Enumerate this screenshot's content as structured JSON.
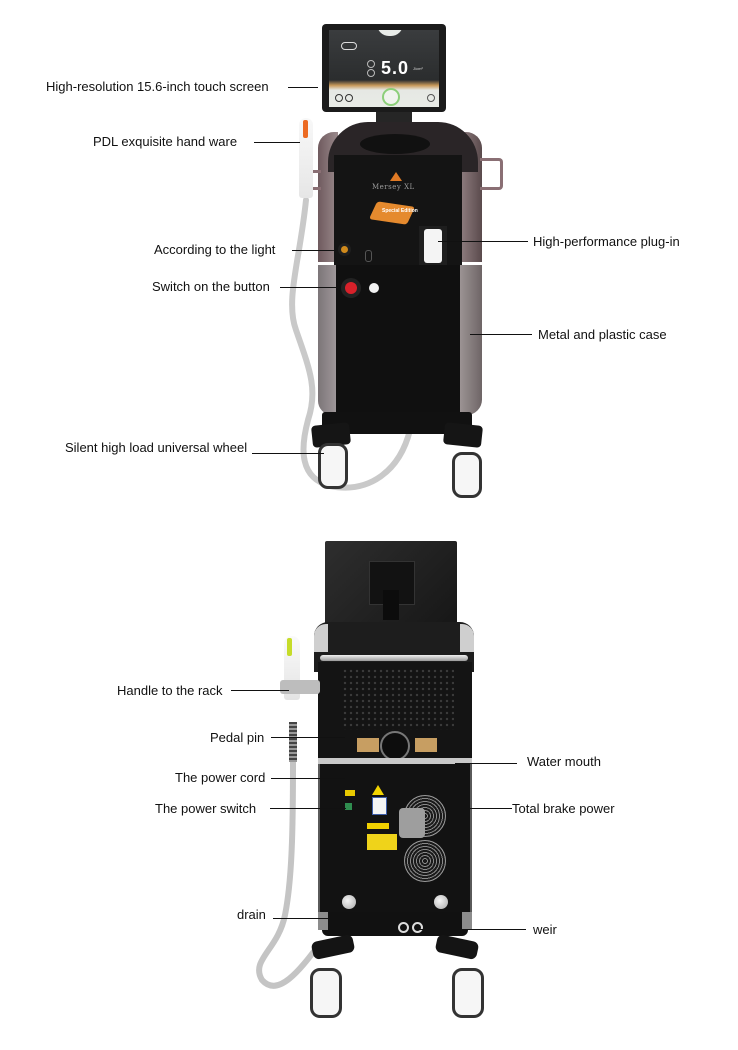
{
  "diagram": {
    "type": "product-feature-callouts",
    "subject": "Laser / PDL beauty machine, front and rear views"
  },
  "front_view": {
    "screen": {
      "value": "5.0",
      "unit": "J/cm²"
    },
    "brand": {
      "name": "Mersey XL",
      "badge": "Special Edition"
    },
    "callouts": [
      {
        "id": "touch-screen",
        "label": "High-resolution 15.6-inch touch screen",
        "side": "left"
      },
      {
        "id": "hand-ware",
        "label": "PDL exquisite hand ware",
        "side": "left"
      },
      {
        "id": "indicator-light",
        "label": "According to the light",
        "side": "left"
      },
      {
        "id": "switch-button",
        "label": "Switch on the button",
        "side": "left"
      },
      {
        "id": "universal-wheel",
        "label": "Silent high load universal wheel",
        "side": "left"
      },
      {
        "id": "plug-in",
        "label": "High-performance plug-in",
        "side": "right"
      },
      {
        "id": "case",
        "label": "Metal and plastic case",
        "side": "right"
      }
    ]
  },
  "back_view": {
    "callouts": [
      {
        "id": "handle-rack",
        "label": "Handle to the rack",
        "side": "left"
      },
      {
        "id": "pedal-pin",
        "label": "Pedal pin",
        "side": "left"
      },
      {
        "id": "power-cord",
        "label": "The power cord",
        "side": "left"
      },
      {
        "id": "power-switch",
        "label": "The power switch",
        "side": "left"
      },
      {
        "id": "drain",
        "label": "drain",
        "side": "left"
      },
      {
        "id": "water-mouth",
        "label": "Water mouth",
        "side": "right"
      },
      {
        "id": "brake-power",
        "label": "Total brake power",
        "side": "right"
      },
      {
        "id": "weir",
        "label": "weir",
        "side": "right"
      }
    ]
  },
  "colors": {
    "text": "#111111",
    "background": "#ffffff",
    "body_black": "#121212",
    "accent_orange": "#e07a25",
    "front_side_panel": "#8a7a7c",
    "back_handpiece_accent": "#c6dc2a",
    "screen_ring": "#8ccf7a"
  }
}
